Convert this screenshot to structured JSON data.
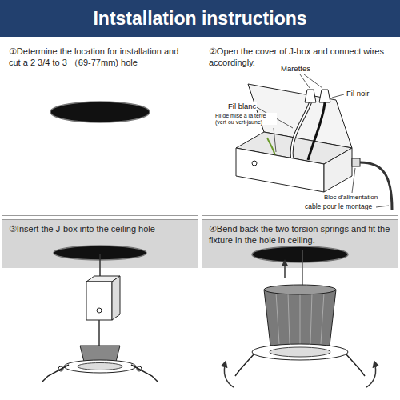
{
  "diagram": {
    "title": "Intstallation instructions",
    "nodes": [
      {
        "text": [
          "①Determine the location for installation and cut a 2 3/4 to 3 （69-77mm) hole"
        ]
      },
      {
        "text": [
          "②Open the cover of J-box and connect wires accordingly."
        ]
      },
      {
        "text": [
          "③Insert the J-box into the ceiling hole"
        ]
      },
      {
        "text": [
          "④Bend back the two torsion springs and fit the fixture in the hole in ceiling."
        ]
      }
    ],
    "labels": [
      "Marettes",
      "Fil noir",
      "Fil blanc",
      "Fil de mise à la terre (vert ou vert-jaune)",
      "Bloc d’alimentation",
      "cable pour le montage"
    ]
  }
}
